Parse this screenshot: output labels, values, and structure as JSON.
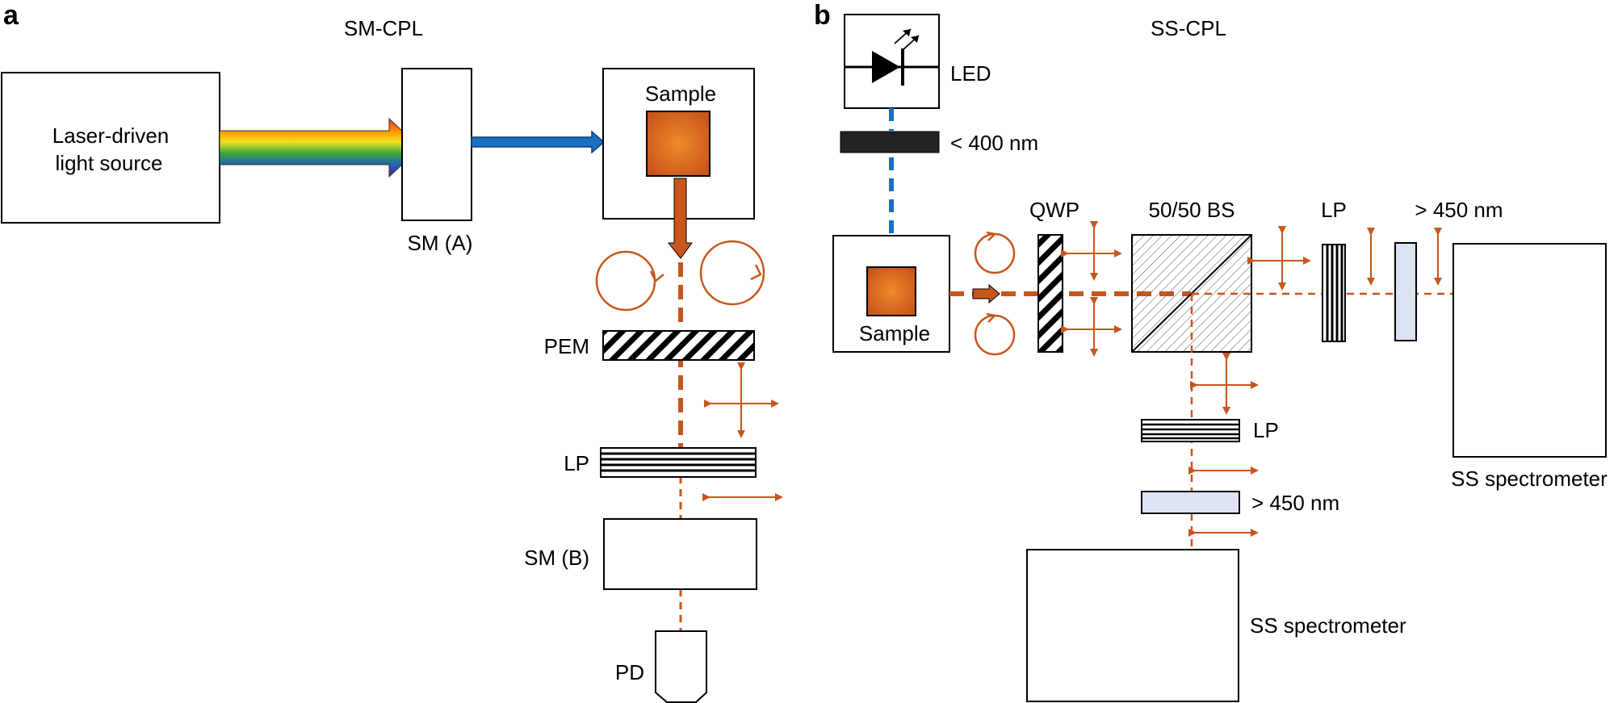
{
  "panel_a": {
    "letter": "a",
    "title": "SM-CPL",
    "labels": {
      "light_source_line1": "Laser-driven",
      "light_source_line2": "light source",
      "sm_a": "SM (A)",
      "sample": "Sample",
      "pem": "PEM",
      "lp": "LP",
      "sm_b": "SM (B)",
      "pd": "PD"
    }
  },
  "panel_b": {
    "letter": "b",
    "title": "SS-CPL",
    "labels": {
      "led": "LED",
      "filter_400": "< 400 nm",
      "sample": "Sample",
      "qwp": "QWP",
      "bs": "50/50 BS",
      "lp_horizontal": "LP",
      "lp_vertical": "LP",
      "filter_450_right": "> 450 nm",
      "filter_450_down": "> 450 nm",
      "spectrometer_right": "SS spectrometer",
      "spectrometer_bottom": "SS spectrometer"
    }
  },
  "colors": {
    "beam_orange": "#c8561c",
    "uv_blue": "#1a6fc0",
    "sample_orange": "#d9641a",
    "filter_light_blue": "#dde3f3",
    "filter_dark": "#222222"
  }
}
